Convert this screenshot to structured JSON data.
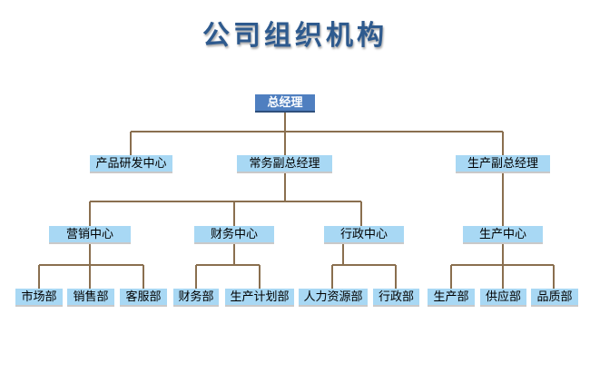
{
  "title": "公司组织机构",
  "org": {
    "root": "总经理",
    "l1": [
      "产品研发中心",
      "常务副总经理",
      "生产副总经理"
    ],
    "l2": [
      "营销中心",
      "财务中心",
      "行政中心",
      "生产中心"
    ],
    "l3": [
      "市场部",
      "销售部",
      "客服部",
      "财务部",
      "生产计划部",
      "人力资源部",
      "行政部",
      "生产部",
      "供应部",
      "品质部"
    ]
  },
  "colors": {
    "title": "#2e5a8e",
    "root_fill": "#4f7fc0",
    "node_fill": "#a8d8f4",
    "connector": "#8a6f4f"
  }
}
